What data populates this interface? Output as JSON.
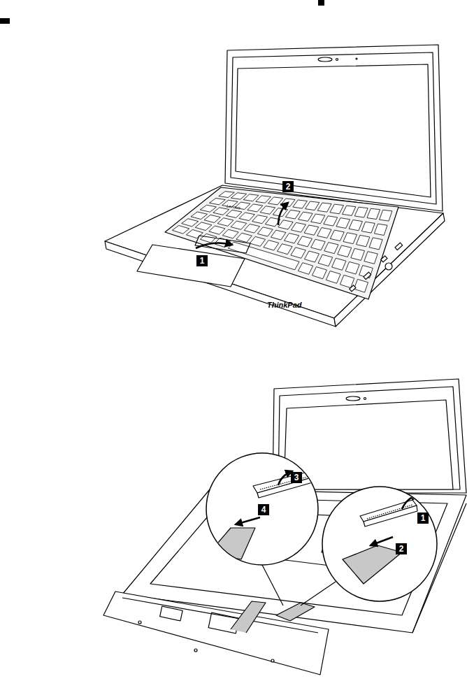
{
  "diagram": {
    "labels": [
      "2",
      "Lenovo",
      "1",
      "ThinkPad",
      "3",
      "4",
      "1",
      "2"
    ]
  }
}
